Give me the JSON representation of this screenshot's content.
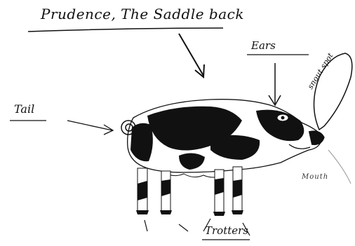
{
  "title": "Prudence, The Saddle back",
  "labels": {
    "tail": "Tail",
    "ears": "Ears",
    "snout": "snout spot",
    "trotters": "Trotters",
    "mouth": "Mouth"
  },
  "colors": {
    "ink": "#111111",
    "paper": "#ffffff"
  }
}
